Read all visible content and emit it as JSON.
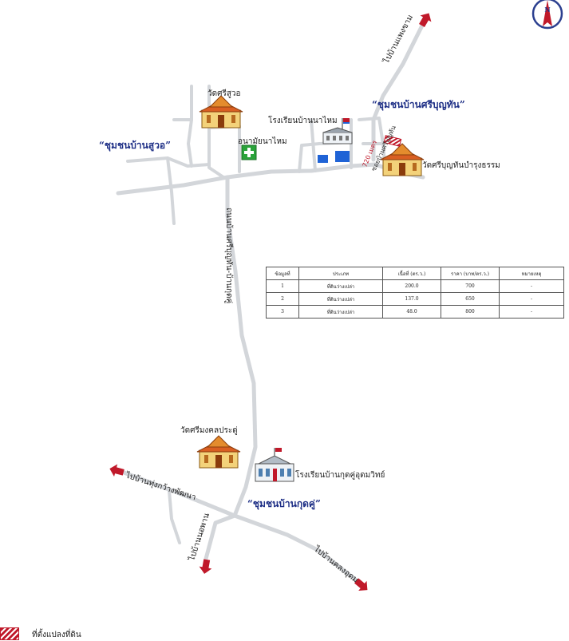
{
  "compass": {
    "letter": "N",
    "icon": "north-compass-icon"
  },
  "communities": {
    "suao": "“ชุมชนบ้านสูวอ”",
    "sriboonyun": "“ชุมชนบ้านศรีบุญทัน”",
    "kutkhu": "“ชุมชนบ้านกุดคู่”"
  },
  "places": {
    "wat_sri_suao": "วัดศรีสูวอ",
    "school_nanai": "โรงเรียนบ้านนาไหม",
    "health_center": "อนามัยนาไหม",
    "wat_sriboonyun": "วัดศรีบุญทันบำรุงธรรม",
    "wat_sri_mongkol": "วัดศรีมงคลประดู่",
    "school_kutkhu": "โรงเรียนบ้านกุดคู่อุดมวิทย์"
  },
  "roads": {
    "main_road": "ถนนบ้านศรีบุญทัน-บ้านกุดคู่",
    "branch_label": "ซอยบ้านศรีบุญทัน",
    "distance": "720 เมตร"
  },
  "destinations": {
    "north": "ไปบ้านแพงขาม",
    "west": "ไปบ้านทุ่งกว้างพัฒนา",
    "southwest": "ไปบ้านนอพาน",
    "southeast": "ไปบ้านคลงอุดม"
  },
  "table": {
    "headers": [
      "ข้อมูลที่",
      "ประเภท",
      "เนื้อที่ (ตร.ว.)",
      "ราคา (บาท/ตร.ว.)",
      "หมายเหตุ"
    ],
    "rows": [
      [
        "1",
        "ที่ดินว่างเปล่า",
        "200.0",
        "700",
        "-"
      ],
      [
        "2",
        "ที่ดินว่างเปล่า",
        "137.0",
        "650",
        "-"
      ],
      [
        "3",
        "ที่ดินว่างเปล่า",
        "48.0",
        "800",
        "-"
      ]
    ]
  },
  "legend": {
    "label": "ที่ตั้งแปลงที่ดิน"
  },
  "colors": {
    "road": "#d3d6da",
    "community_text": "#1e2f86",
    "arrow": "#c0192a",
    "building_blue": "#1f63d6",
    "health_green": "#2aa33a"
  }
}
